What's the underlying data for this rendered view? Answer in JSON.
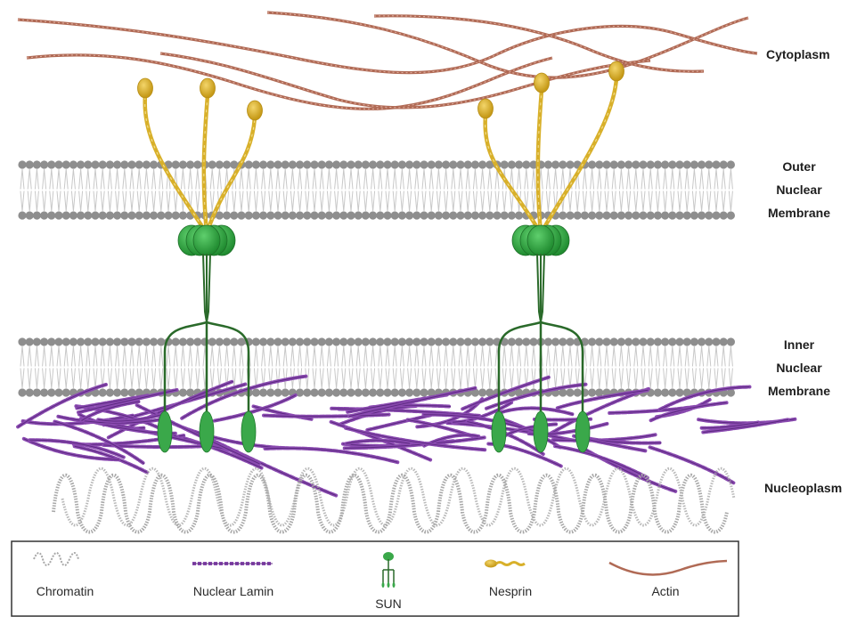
{
  "regions": {
    "cytoplasm": "Cytoplasm",
    "outer_membrane": [
      "Outer",
      "Nuclear",
      "Membrane"
    ],
    "inner_membrane": [
      "Inner",
      "Nuclear",
      "Membrane"
    ],
    "nucleoplasm": "Nucleoplasm"
  },
  "legend": {
    "chromatin": "Chromatin",
    "nuclear_lamin": "Nuclear Lamin",
    "sun": "SUN",
    "nesprin": "Nesprin",
    "actin": "Actin"
  },
  "colors": {
    "actin": "#b06a55",
    "nesprin": "#d8b02a",
    "sun": "#3aa84a",
    "sun_dark": "#2a6a2a",
    "lamin": "#8a4ab0",
    "membrane_head": "#8e8e8e",
    "membrane_tail": "#c8c8c8",
    "chromatin": "#a8a8a8"
  }
}
